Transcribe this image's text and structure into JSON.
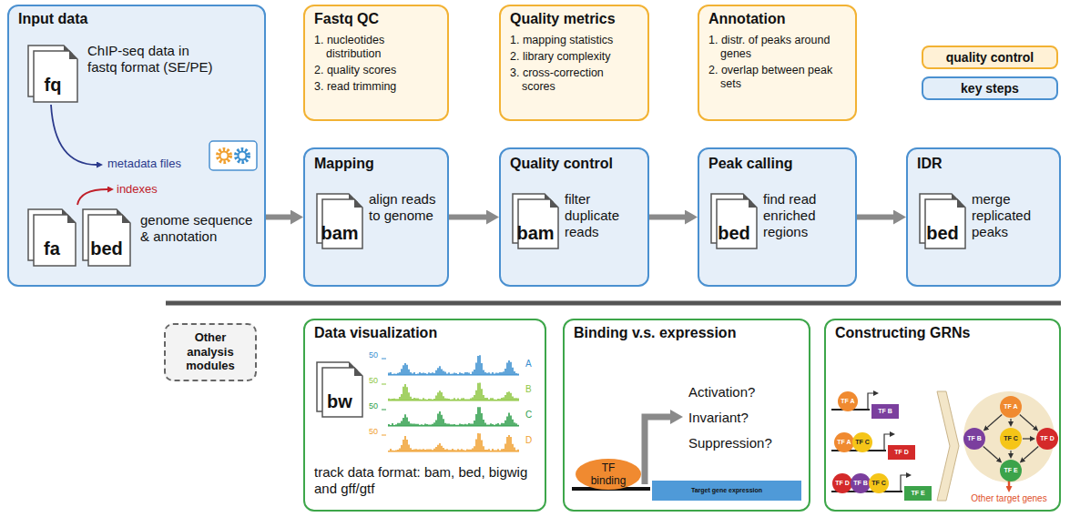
{
  "diagram": {
    "nodes": [
      {
        "text": [
          "Input data",
          "ChIP-seq data in fastq format (SE/PE)",
          "genome sequence & annotation"
        ]
      },
      {
        "text": [
          "fq"
        ],
        "in": 0
      },
      {
        "text": [
          "fa"
        ],
        "in": 0
      },
      {
        "text": [
          "bed"
        ],
        "in": 0
      },
      {
        "text": [
          "Fastq QC",
          "1. nucleotides distribution",
          "2. quality scores",
          "3. read trimming"
        ]
      },
      {
        "text": [
          "Mapping",
          "align reads to genome"
        ]
      },
      {
        "text": [
          "bam"
        ],
        "in": 5
      },
      {
        "text": [
          "Quality metrics",
          "1. mapping statistics",
          "2. library complexity",
          "3. cross-correction scores"
        ]
      },
      {
        "text": [
          "Quality control",
          "filter duplicate reads"
        ]
      },
      {
        "text": [
          "bam"
        ],
        "in": 8
      },
      {
        "text": [
          "Annotation",
          "1. distr. of peaks around genes",
          "2. overlap between peak sets"
        ]
      },
      {
        "text": [
          "Peak calling",
          "find read enriched regions"
        ]
      },
      {
        "text": [
          "bed"
        ],
        "in": 11
      },
      {
        "text": [
          "IDR",
          "merge replicated peaks"
        ]
      },
      {
        "text": [
          "bed"
        ],
        "in": 13
      },
      {
        "text": [
          "Other analysis modules"
        ]
      },
      {
        "text": [
          "Data visualization",
          "track data format: bam, bed, bigwig and gff/gtf"
        ]
      },
      {
        "text": [
          "bw"
        ],
        "in": 16
      },
      {
        "text": [
          "Binding v.s. expression"
        ]
      },
      {
        "text": [
          "TF binding"
        ],
        "in": 18
      },
      {
        "text": [
          "Target gene expression"
        ],
        "in": 18
      },
      {
        "text": [
          "Constructing GRNs"
        ]
      },
      {
        "text": [
          "TF A"
        ],
        "in": 21
      },
      {
        "text": [
          "TF B"
        ],
        "in": 21
      },
      {
        "text": [
          "TF A"
        ],
        "in": 21
      },
      {
        "text": [
          "TF C"
        ],
        "in": 21
      },
      {
        "text": [
          "TF D"
        ],
        "in": 21
      },
      {
        "text": [
          "TF D"
        ],
        "in": 21
      },
      {
        "text": [
          "TF B"
        ],
        "in": 21
      },
      {
        "text": [
          "TF C"
        ],
        "in": 21
      },
      {
        "text": [
          "TF E"
        ],
        "in": 21
      },
      {
        "text": [
          "TF A"
        ],
        "in": 21
      },
      {
        "text": [
          "TF B"
        ],
        "in": 21
      },
      {
        "text": [
          "TF C"
        ],
        "in": 21
      },
      {
        "text": [
          "TF D"
        ],
        "in": 21
      },
      {
        "text": [
          "TF E"
        ],
        "in": 21
      }
    ],
    "edges": [
      {
        "from": 0,
        "to": 5,
        "arrow": "to"
      },
      {
        "from": 5,
        "to": 8,
        "arrow": "to"
      },
      {
        "from": 8,
        "to": 11,
        "arrow": "to"
      },
      {
        "from": 11,
        "to": 13,
        "arrow": "to"
      },
      {
        "from": 31,
        "to": 32,
        "arrow": "to"
      },
      {
        "from": 31,
        "to": 33,
        "arrow": "to"
      },
      {
        "from": 31,
        "to": 34,
        "arrow": "to"
      },
      {
        "from": 33,
        "to": 34,
        "arrow": "to"
      },
      {
        "from": 32,
        "to": 35,
        "arrow": "to"
      },
      {
        "from": 33,
        "to": 35,
        "arrow": "to"
      },
      {
        "from": 34,
        "to": 35,
        "arrow": "to"
      }
    ],
    "labels": [
      "metadata files",
      "indexes",
      "50",
      "A",
      "50",
      "B",
      "50",
      "C",
      "50",
      "D",
      "Activation?",
      "Invariant?",
      "Suppression?",
      "Other target genes"
    ],
    "legend": [
      {
        "text": "quality control",
        "color": "#fff1d6"
      },
      {
        "text": "key steps",
        "color": "#e3eef9"
      }
    ]
  }
}
